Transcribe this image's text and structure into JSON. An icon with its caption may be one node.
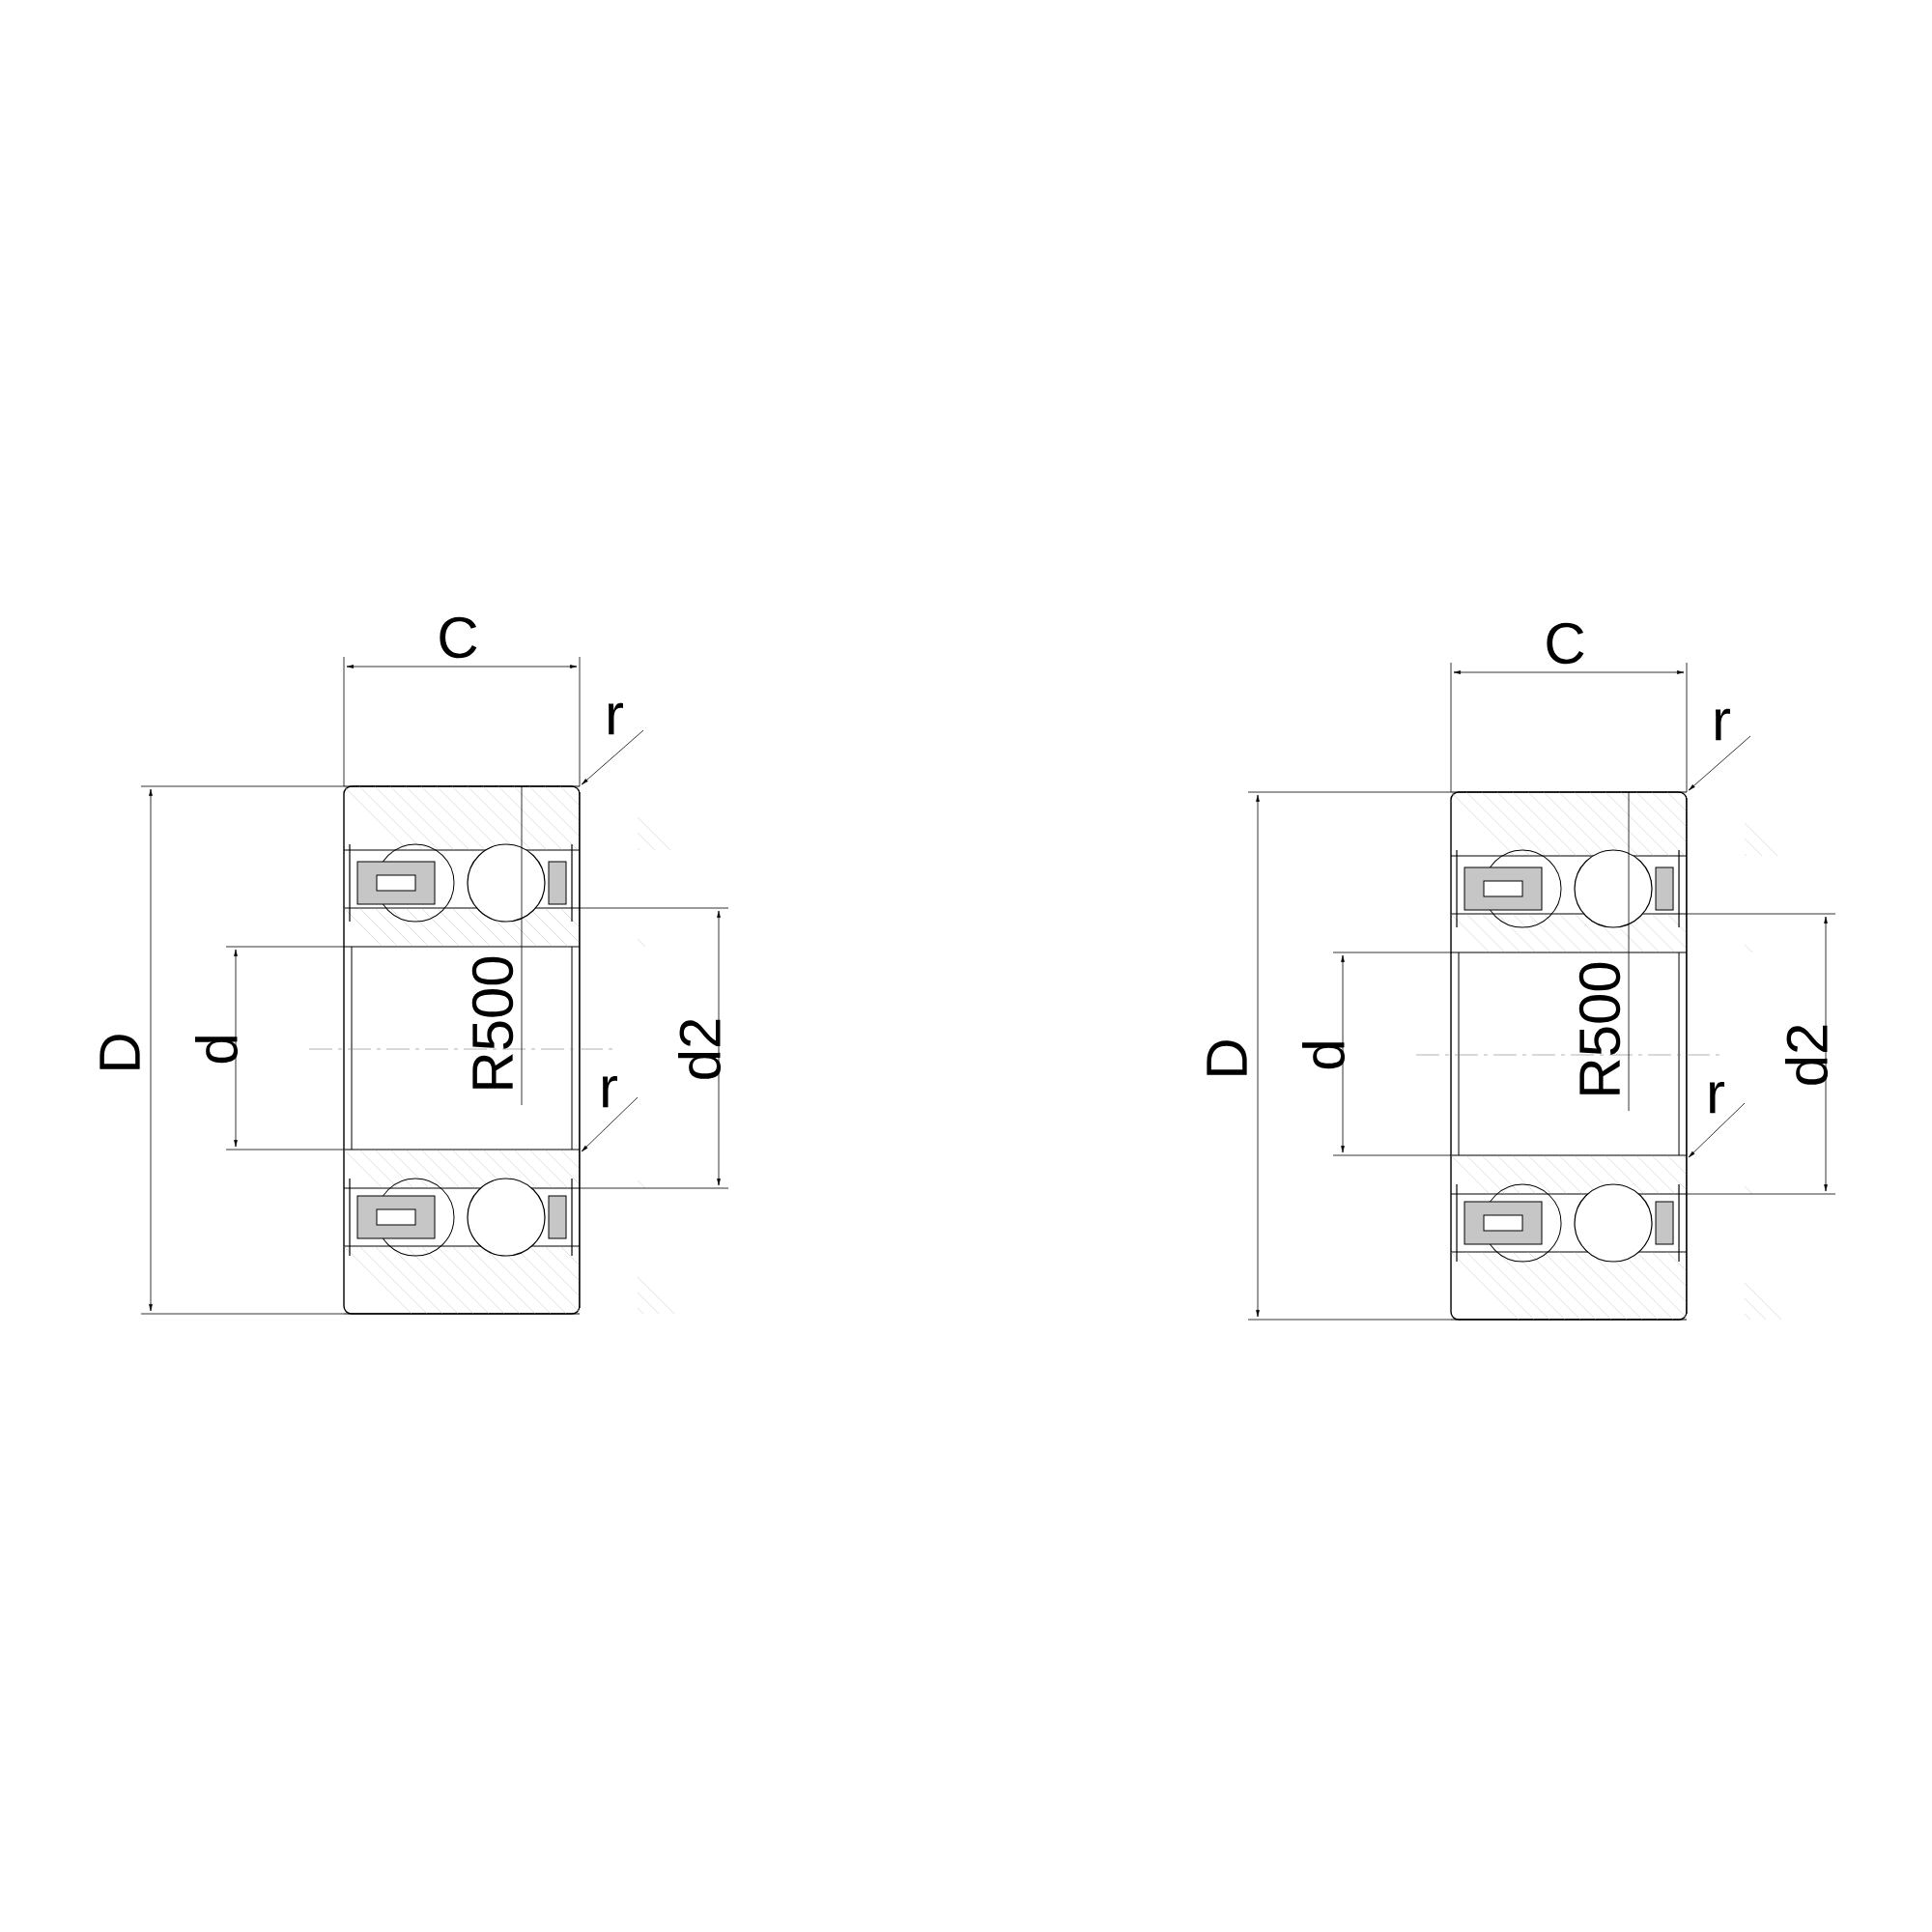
{
  "diagram": {
    "labels": [
      "C",
      "r",
      "D",
      "d",
      "R500",
      "r",
      "d2",
      "C",
      "r",
      "D",
      "d",
      "R500",
      "r",
      "d2"
    ]
  }
}
